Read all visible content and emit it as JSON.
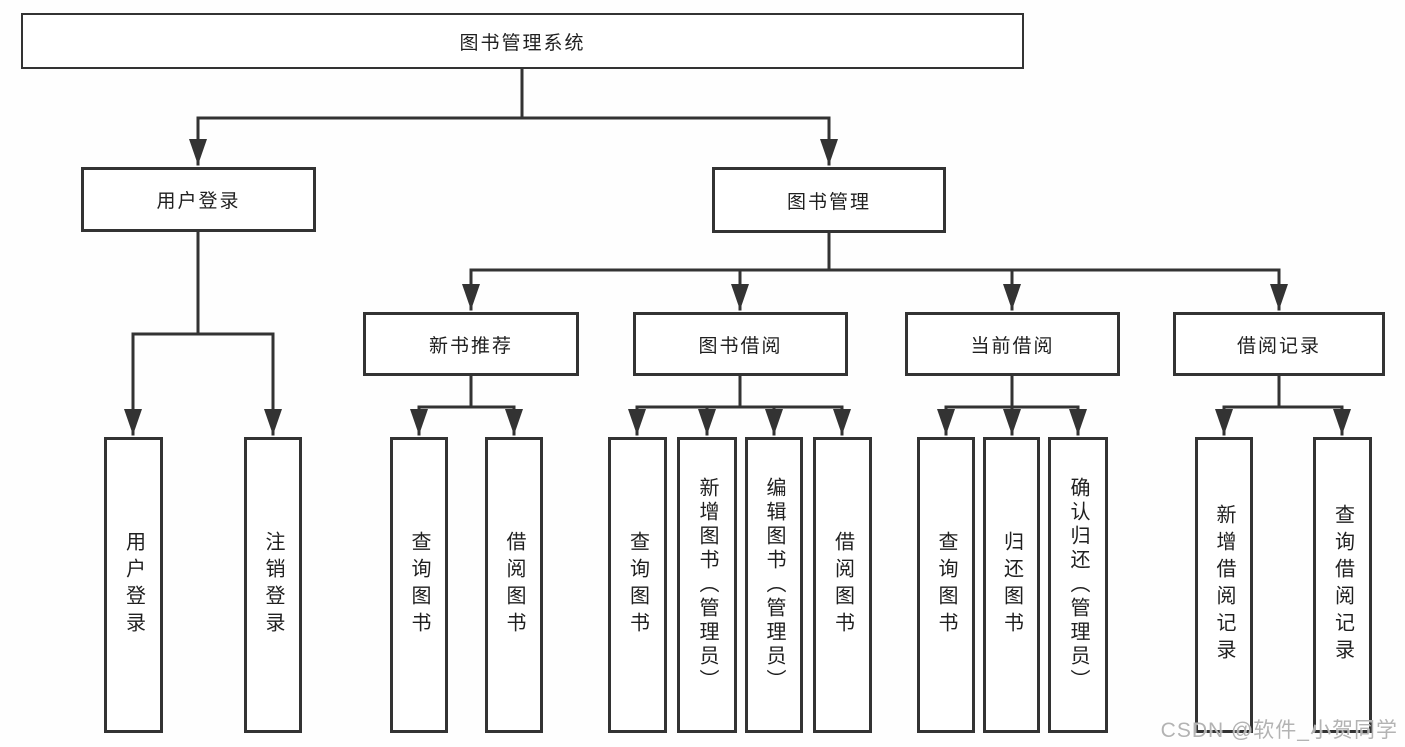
{
  "diagram": {
    "type": "hierarchy-tree",
    "title": "图书管理系统",
    "watermark": "CSDN @软件_小贺同学",
    "colors": {
      "line": "#333333",
      "box_border": "#333333",
      "box_fill": "#ffffff",
      "text": "#1f1f1f",
      "background": "#fefefe",
      "watermark": "#b3b3b3"
    },
    "nodes": {
      "root": {
        "label": "图书管理系统",
        "children": [
          "user_login",
          "book_mgmt"
        ]
      },
      "user_login": {
        "label": "用户登录",
        "children": [
          "user_login_leaf",
          "logout_leaf"
        ]
      },
      "book_mgmt": {
        "label": "图书管理",
        "children": [
          "new_books",
          "book_borrow",
          "current_borrow",
          "borrow_records"
        ]
      },
      "user_login_leaf": {
        "label": "用户登录",
        "children": []
      },
      "logout_leaf": {
        "label": "注销登录",
        "children": []
      },
      "new_books": {
        "label": "新书推荐",
        "children": [
          "nb_query",
          "nb_borrow"
        ]
      },
      "book_borrow": {
        "label": "图书借阅",
        "children": [
          "bb_query",
          "bb_add",
          "bb_edit",
          "bb_borrow"
        ]
      },
      "current_borrow": {
        "label": "当前借阅",
        "children": [
          "cb_query",
          "cb_return",
          "cb_confirm"
        ]
      },
      "borrow_records": {
        "label": "借阅记录",
        "children": [
          "br_add",
          "br_query"
        ]
      },
      "nb_query": {
        "label": "查询图书",
        "children": []
      },
      "nb_borrow": {
        "label": "借阅图书",
        "children": []
      },
      "bb_query": {
        "label": "查询图书",
        "children": []
      },
      "bb_add": {
        "label": "新增图书（管理员）",
        "children": []
      },
      "bb_edit": {
        "label": "编辑图书（管理员）",
        "children": []
      },
      "bb_borrow": {
        "label": "借阅图书",
        "children": []
      },
      "cb_query": {
        "label": "查询图书",
        "children": []
      },
      "cb_return": {
        "label": "归还图书",
        "children": []
      },
      "cb_confirm": {
        "label": "确认归还（管理员）",
        "children": []
      },
      "br_add": {
        "label": "新增借阅记录",
        "children": []
      },
      "br_query": {
        "label": "查询借阅记录",
        "children": []
      }
    }
  }
}
